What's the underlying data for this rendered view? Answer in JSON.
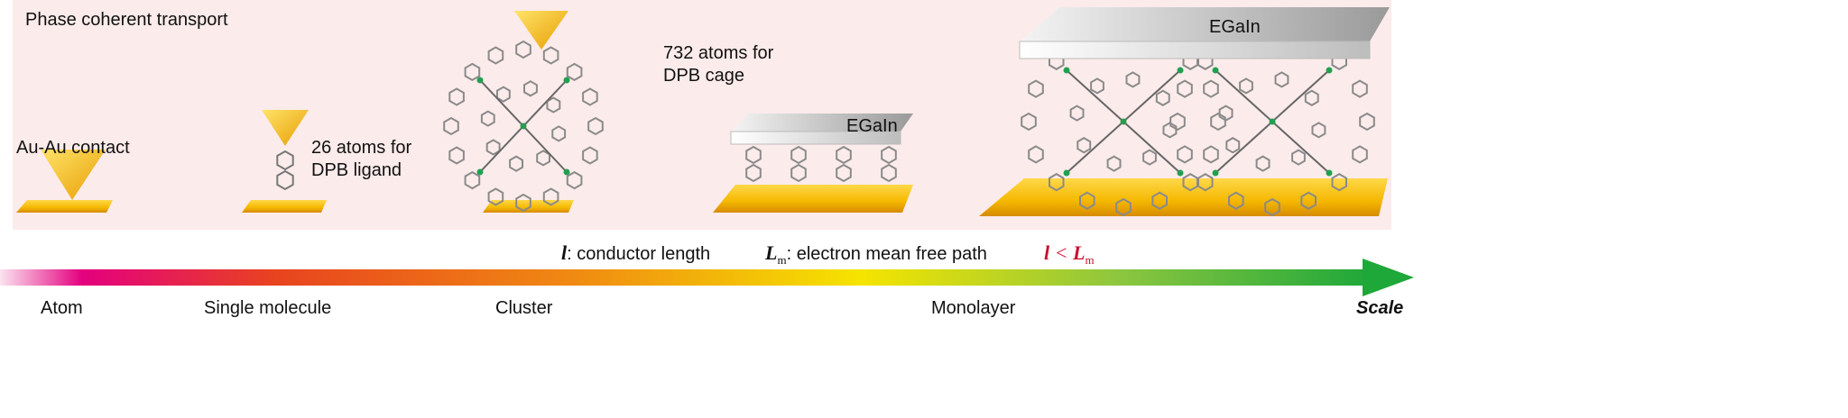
{
  "panel": {
    "title": "Phase coherent transport",
    "au_contact": "Au-Au contact",
    "ligand_line1": "26 atoms for",
    "ligand_line2": "DPB ligand",
    "cage_line1": "732 atoms for",
    "cage_line2": "DPB cage",
    "egain_small": "EGaIn",
    "egain_large": "EGaIn"
  },
  "legend": {
    "l_symbol": "l",
    "l_text": ": conductor length",
    "lm_symbol": "L",
    "lm_sub": "m",
    "lm_text": ": electron mean free path",
    "relation_l": "l",
    "relation_op": " < ",
    "relation_L": "L",
    "relation_sub": "m",
    "relation_color": "#c8102e"
  },
  "scale": {
    "labels": [
      "Atom",
      "Single molecule",
      "Cluster",
      "Monolayer"
    ],
    "axis_label": "Scale",
    "gradient_colors": [
      "#fbe3ef",
      "#e4007f",
      "#e8431f",
      "#f08a12",
      "#f5e400",
      "#8cc63f",
      "#1fa83a"
    ]
  }
}
